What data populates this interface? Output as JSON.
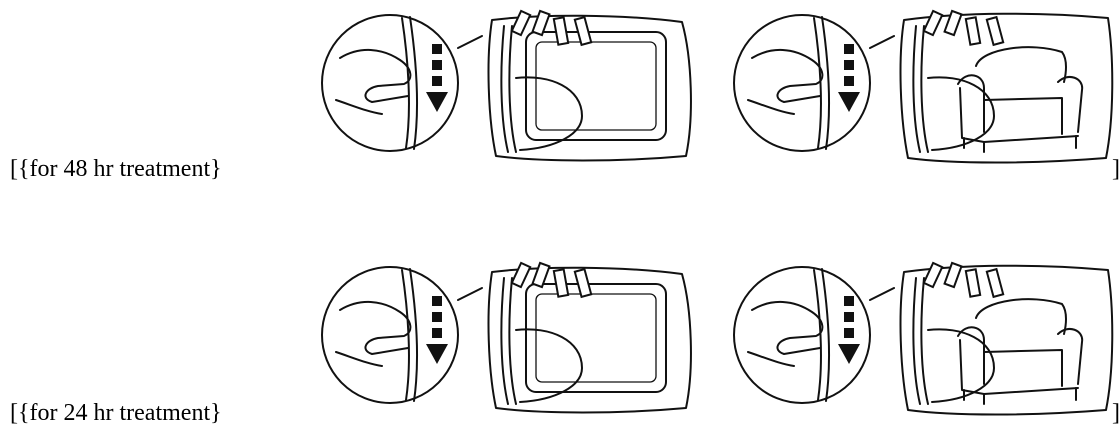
{
  "captions": {
    "row1": "[{for 48 hr treatment}",
    "row2": "[{for 24 hr treatment}",
    "closing_bracket": "]"
  },
  "illustrations": [
    {
      "id": "tablet-48h",
      "subject": "tablet-icon"
    },
    {
      "id": "armchair-48h",
      "subject": "armchair-icon"
    },
    {
      "id": "tablet-24h",
      "subject": "tablet-icon"
    },
    {
      "id": "armchair-24h",
      "subject": "armchair-icon"
    }
  ]
}
